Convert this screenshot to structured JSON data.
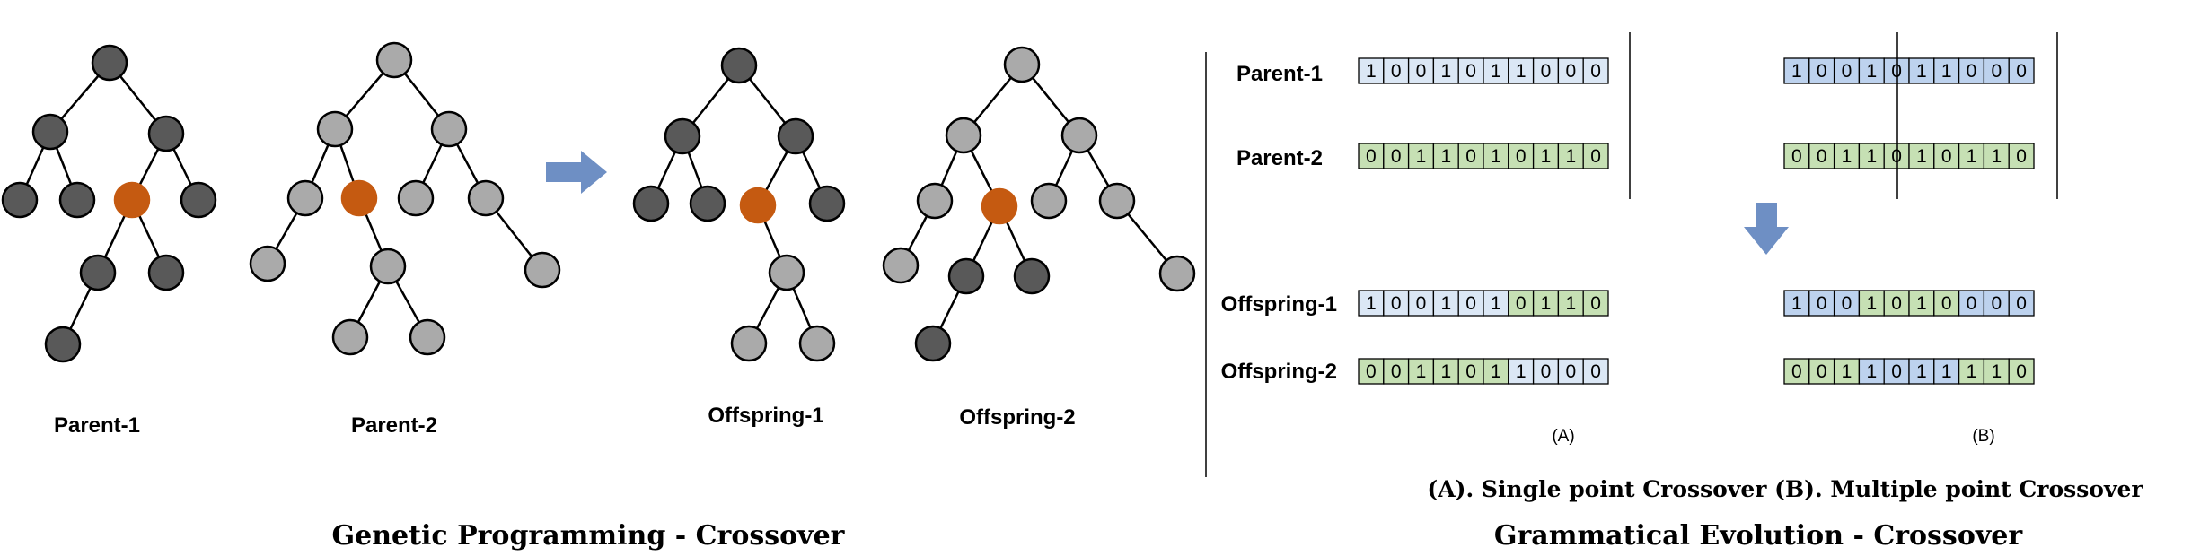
{
  "colors": {
    "dark_node": "#595959",
    "light_node": "#aaaaaa",
    "crossover_node": "#c55a11",
    "arrow": "#6e8fc4",
    "bit_blue": "#dbe7f5",
    "bit_blue_strong": "#bdd2ee",
    "bit_green": "#c6e0b4"
  },
  "gp": {
    "title": "Genetic Programming - Crossover",
    "trees": [
      {
        "label": "Parent-1"
      },
      {
        "label": "Parent-2"
      },
      {
        "label": "Offspring-1"
      },
      {
        "label": "Offspring-2"
      }
    ]
  },
  "ge": {
    "title": "Grammatical Evolution - Crossover",
    "caption": "(A). Single point Crossover (B). Multiple point Crossover",
    "label_a": "(A)",
    "label_b": "(B)",
    "rows": [
      {
        "label": "Parent-1"
      },
      {
        "label": "Parent-2"
      },
      {
        "label": "Offspring-1"
      },
      {
        "label": "Offspring-2"
      }
    ],
    "A": [
      {
        "bits": [
          "1",
          "0",
          "0",
          "1",
          "0",
          "1",
          "1",
          "0",
          "0",
          "0"
        ],
        "colors": [
          "b",
          "b",
          "b",
          "b",
          "b",
          "b",
          "b",
          "b",
          "b",
          "b"
        ]
      },
      {
        "bits": [
          "0",
          "0",
          "1",
          "1",
          "0",
          "1",
          "0",
          "1",
          "1",
          "0"
        ],
        "colors": [
          "g",
          "g",
          "g",
          "g",
          "g",
          "g",
          "g",
          "g",
          "g",
          "g"
        ]
      },
      {
        "bits": [
          "1",
          "0",
          "0",
          "1",
          "0",
          "1",
          "0",
          "1",
          "1",
          "0"
        ],
        "colors": [
          "b",
          "b",
          "b",
          "b",
          "b",
          "b",
          "g",
          "g",
          "g",
          "g"
        ]
      },
      {
        "bits": [
          "0",
          "0",
          "1",
          "1",
          "0",
          "1",
          "1",
          "0",
          "0",
          "0"
        ],
        "colors": [
          "g",
          "g",
          "g",
          "g",
          "g",
          "g",
          "b",
          "b",
          "b",
          "b"
        ]
      }
    ],
    "B": [
      {
        "bits": [
          "1",
          "0",
          "0",
          "1",
          "0",
          "1",
          "1",
          "0",
          "0",
          "0"
        ],
        "colors": [
          "B",
          "B",
          "B",
          "B",
          "B",
          "B",
          "B",
          "B",
          "B",
          "B"
        ]
      },
      {
        "bits": [
          "0",
          "0",
          "1",
          "1",
          "0",
          "1",
          "0",
          "1",
          "1",
          "0"
        ],
        "colors": [
          "g",
          "g",
          "g",
          "g",
          "g",
          "g",
          "g",
          "g",
          "g",
          "g"
        ]
      },
      {
        "bits": [
          "1",
          "0",
          "0",
          "1",
          "0",
          "1",
          "0",
          "0",
          "0",
          "0"
        ],
        "colors": [
          "B",
          "B",
          "B",
          "g",
          "g",
          "g",
          "g",
          "B",
          "B",
          "B"
        ]
      },
      {
        "bits": [
          "0",
          "0",
          "1",
          "1",
          "0",
          "1",
          "1",
          "1",
          "1",
          "0"
        ],
        "colors": [
          "g",
          "g",
          "g",
          "B",
          "B",
          "B",
          "B",
          "g",
          "g",
          "g"
        ]
      }
    ]
  }
}
